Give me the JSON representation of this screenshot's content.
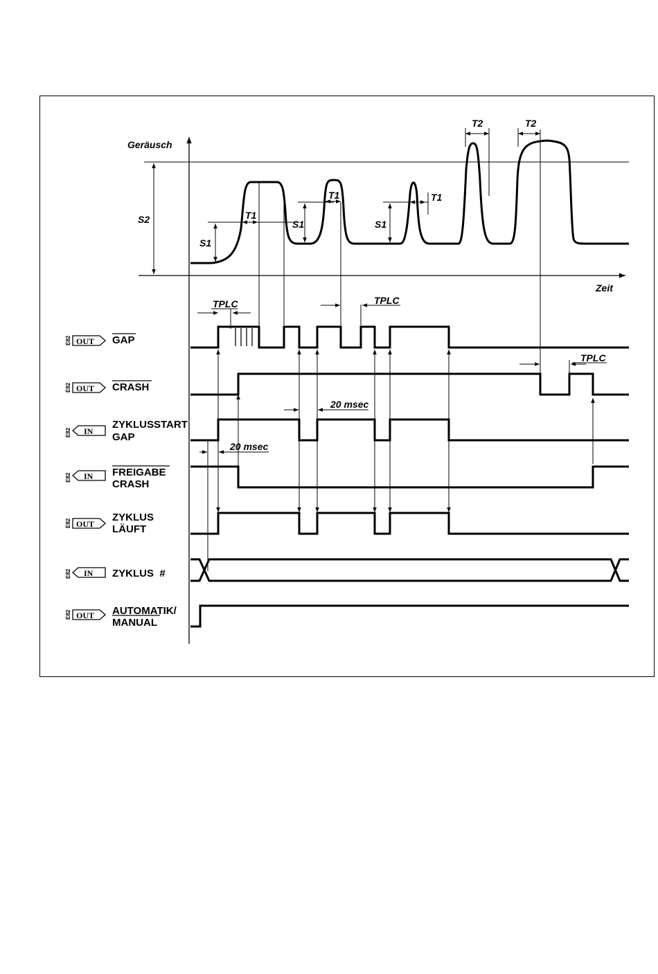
{
  "graph": {
    "y_label": "Geräusch",
    "x_label": "Zeit",
    "s1": "S1",
    "s2": "S2",
    "t1": "T1",
    "t2": "T2",
    "tplc": "TPLC",
    "delay": "20  msec"
  },
  "signals": [
    {
      "dir": "OUT",
      "code": "E82",
      "line1": "GAP",
      "line2": "",
      "overbar": "GAP"
    },
    {
      "dir": "OUT",
      "code": "E82",
      "line1": "CRASH",
      "line2": "",
      "overbar": "CRASH"
    },
    {
      "dir": "IN",
      "code": "E82",
      "line1": "ZYKLUSSTART",
      "line2": "GAP",
      "overbar": ""
    },
    {
      "dir": "IN",
      "code": "E82",
      "line1": "FREIGABE",
      "line2": "CRASH",
      "overbar": "FREIGABE"
    },
    {
      "dir": "OUT",
      "code": "E82",
      "line1": "ZYKLUS",
      "line2": "LÄUFT",
      "overbar": ""
    },
    {
      "dir": "IN",
      "code": "E82",
      "line1": "ZYKLUS  #",
      "line2": "",
      "overbar": ""
    },
    {
      "dir": "OUT",
      "code": "E82",
      "line1": "AUTOMATIK/",
      "line2": "MANUAL",
      "overbar": "MANUAL"
    }
  ]
}
